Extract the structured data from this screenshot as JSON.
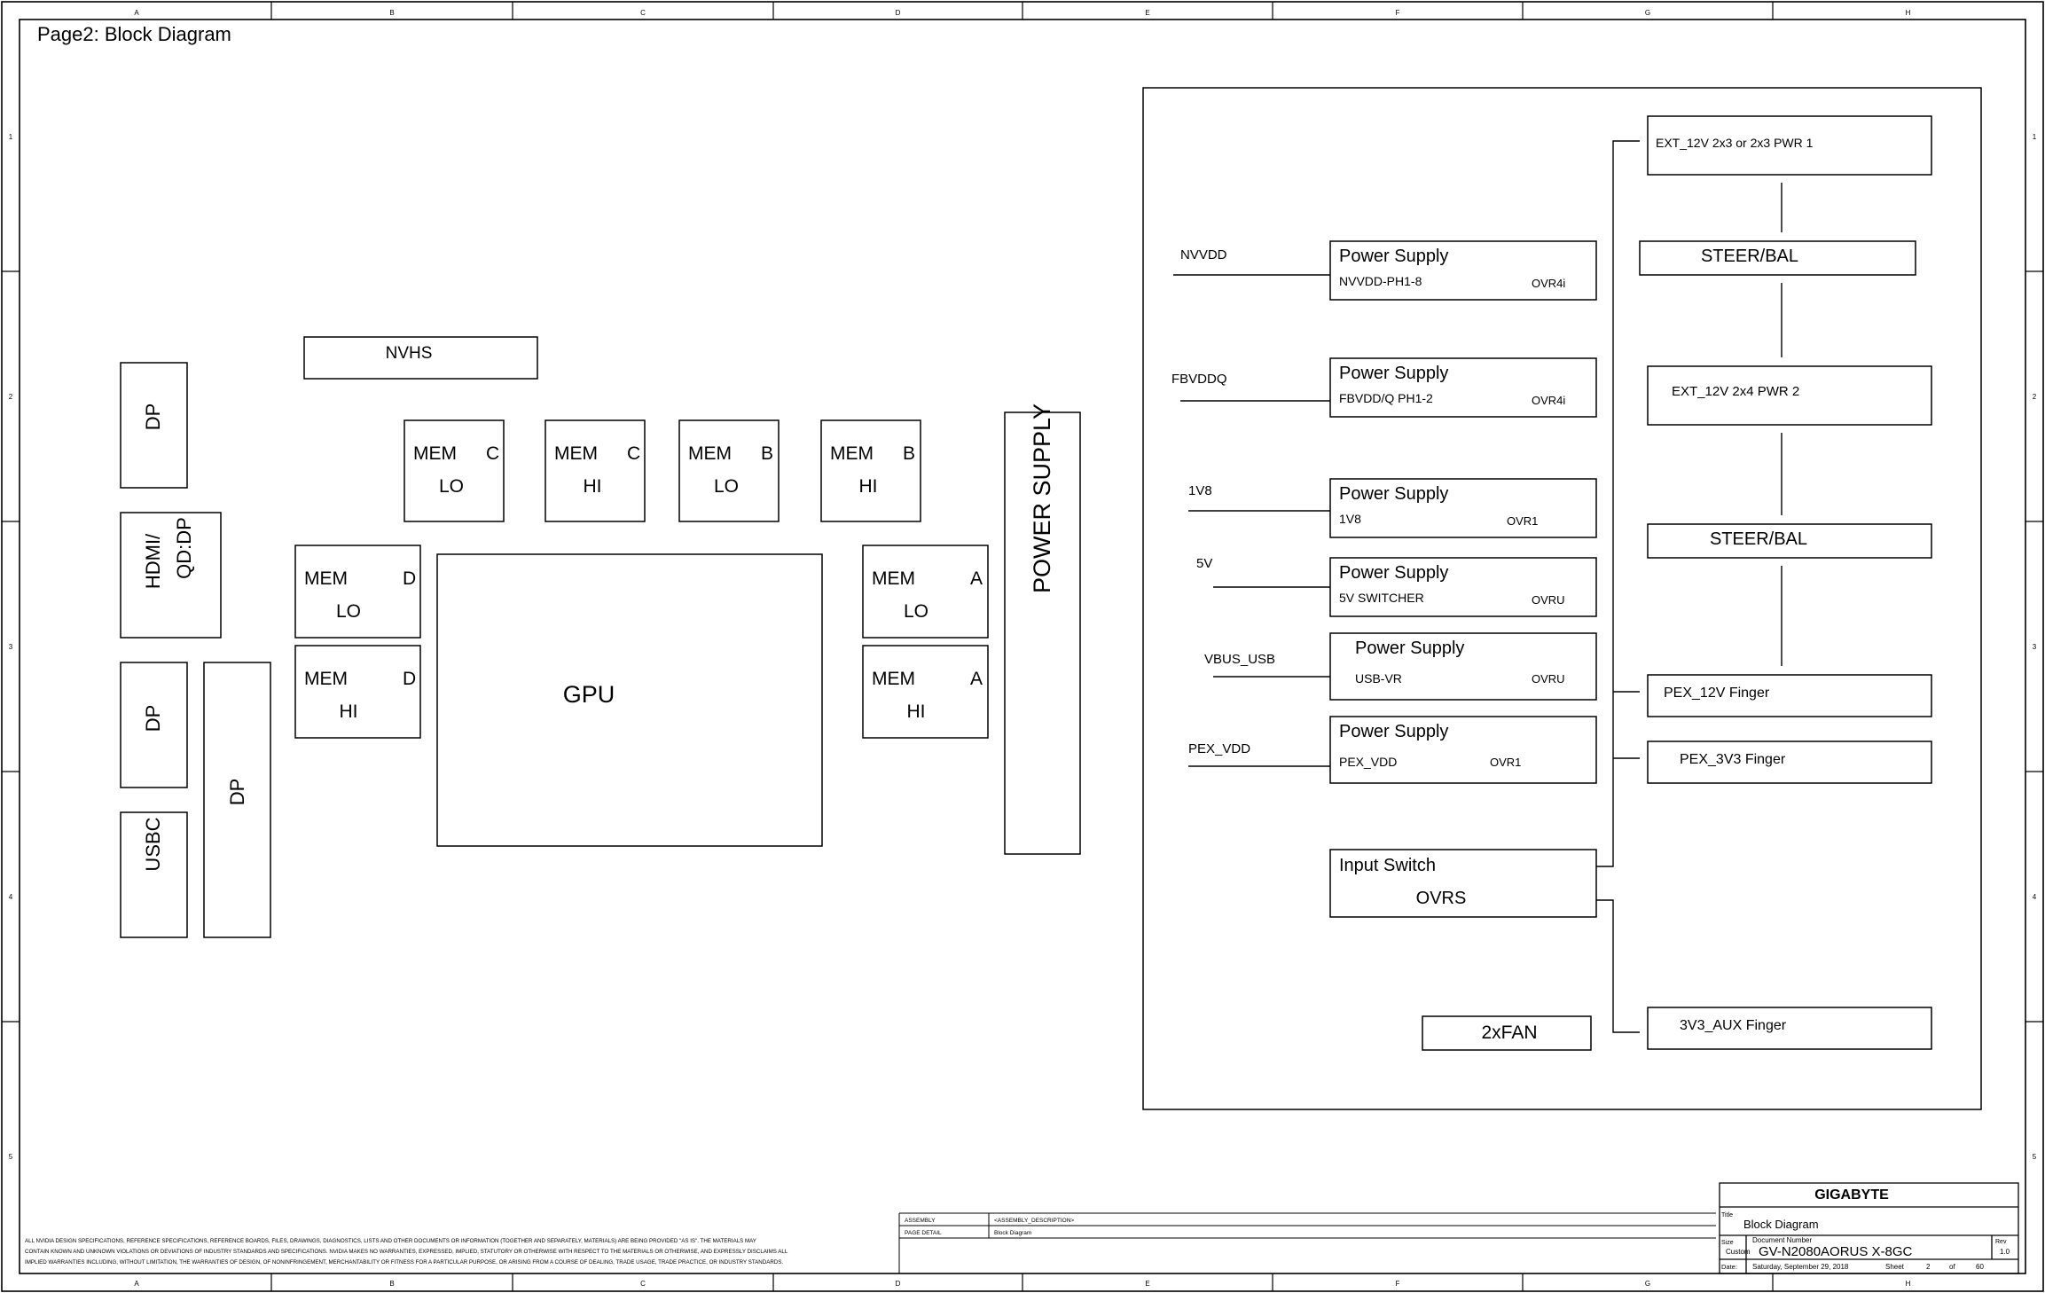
{
  "page": {
    "title": "Page2: Block Diagram"
  },
  "border": {
    "columns": [
      "A",
      "B",
      "C",
      "D",
      "E",
      "F",
      "G",
      "H"
    ],
    "rows": [
      "1",
      "2",
      "3",
      "4",
      "5"
    ]
  },
  "left_blocks": {
    "dp_1": "DP",
    "hdmi_line1": "HDMI/",
    "hdmi_line2": "QD:DP",
    "dp_2": "DP",
    "dp_3": "DP",
    "usbc": "USBC",
    "nvhs": "NVHS",
    "gpu": "GPU",
    "power_supply": "POWER SUPPLY"
  },
  "memory": [
    {
      "id": "mem-c-lo",
      "name": "MEM",
      "channel": "C",
      "part": "LO"
    },
    {
      "id": "mem-c-hi",
      "name": "MEM",
      "channel": "C",
      "part": "HI"
    },
    {
      "id": "mem-b-lo",
      "name": "MEM",
      "channel": "B",
      "part": "LO"
    },
    {
      "id": "mem-b-hi",
      "name": "MEM",
      "channel": "B",
      "part": "HI"
    },
    {
      "id": "mem-d-lo",
      "name": "MEM",
      "channel": "D",
      "part": "LO"
    },
    {
      "id": "mem-d-hi",
      "name": "MEM",
      "channel": "D",
      "part": "HI"
    },
    {
      "id": "mem-a-lo",
      "name": "MEM",
      "channel": "A",
      "part": "LO"
    },
    {
      "id": "mem-a-hi",
      "name": "MEM",
      "channel": "A",
      "part": "HI"
    }
  ],
  "power_rails": [
    {
      "rail": "NVVDD",
      "title": "Power Supply",
      "sub": "NVVDD-PH1-8",
      "ctrl": "OVR4i"
    },
    {
      "rail": "FBVDDQ",
      "title": "Power Supply",
      "sub": "FBVDD/Q PH1-2",
      "ctrl": "OVR4i"
    },
    {
      "rail": "1V8",
      "title": "Power Supply",
      "sub": "1V8",
      "ctrl": "OVR1"
    },
    {
      "rail": "5V",
      "title": "Power Supply",
      "sub": "5V SWITCHER",
      "ctrl": "OVRU"
    },
    {
      "rail": "VBUS_USB",
      "title": "Power Supply",
      "sub": "USB-VR",
      "ctrl": "OVRU"
    },
    {
      "rail": "PEX_VDD",
      "title": "Power Supply",
      "sub": "PEX_VDD",
      "ctrl": "OVR1"
    }
  ],
  "input_switch": {
    "title": "Input Switch",
    "ctrl": "OVRS"
  },
  "fan": "2xFAN",
  "power_inputs": {
    "ext1": "EXT_12V 2x3 or 2x3 PWR 1",
    "steer1": "STEER/BAL",
    "ext2": "EXT_12V 2x4 PWR 2",
    "steer2": "STEER/BAL",
    "pex12": "PEX_12V Finger",
    "pex33": "PEX_3V3 Finger",
    "aux": "3V3_AUX Finger"
  },
  "legal": {
    "line1": "ALL NVIDIA DESIGN SPECIFICATIONS, REFERENCE SPECIFICATIONS, REFERENCE BOARDS, FILES, DRAWINGS, DIAGNOSTICS, LISTS AND OTHER DOCUMENTS OR INFORMATION (TOGETHER AND SEPARATELY, MATERIALS) ARE BEING PROVIDED \"AS IS\". THE MATERIALS MAY",
    "line2": "CONTAIN KNOWN AND UNKNOWN VIOLATIONS OR DEVIATIONS OF INDUSTRY STANDARDS AND SPECIFICATIONS. NVIDIA MAKES NO WARRANTIES, EXPRESSED, IMPLIED, STATUTORY OR OTHERWISE WITH RESPECT TO THE MATERIALS OR OTHERWISE, AND EXPRESSLY DISCLAIMS ALL",
    "line3": "IMPLIED WARRANTIES INCLUDING, WITHOUT LIMITATION, THE WARRANTIES OF DESIGN, OF NONINFRINGEMENT, MERCHANTABILITY OR FITNESS FOR A PARTICULAR PURPOSE, OR ARISING FROM A COURSE OF DEALING, TRADE USAGE, TRADE PRACTICE, OR INDUSTRY STANDARDS."
  },
  "assembly": {
    "label1": "ASSEMBLY",
    "value1": "<ASSEMBLY_DESCRIPTION>",
    "label2": "PAGE DETAIL",
    "value2": "Block Diagram"
  },
  "title_block": {
    "company": "GIGABYTE",
    "title_label": "Title",
    "title": "Block Diagram",
    "size_label": "Size",
    "size": "Custom",
    "docnum_label": "Document Number",
    "docnum": "GV-N2080AORUS X-8GC",
    "rev_label": "Rev",
    "rev": "1.0",
    "date_label": "Date:",
    "date": "Saturday, September 29, 2018",
    "sheet_label": "Sheet",
    "sheet": "2",
    "of_label": "of",
    "total": "60"
  }
}
